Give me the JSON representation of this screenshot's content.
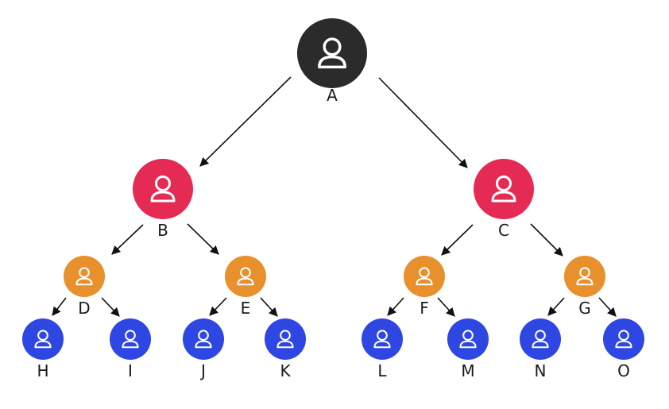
{
  "colors": {
    "root": "#2b2b2b",
    "level1": "#e52a53",
    "level2": "#e8902b",
    "level3": "#2e47e3",
    "edge": "#111111",
    "icon": "#ffffff"
  },
  "icon_name": "user-icon",
  "nodes": [
    {
      "id": "A",
      "label": "A",
      "level": "root"
    },
    {
      "id": "B",
      "label": "B",
      "level": "level1"
    },
    {
      "id": "C",
      "label": "C",
      "level": "level1"
    },
    {
      "id": "D",
      "label": "D",
      "level": "level2"
    },
    {
      "id": "E",
      "label": "E",
      "level": "level2"
    },
    {
      "id": "F",
      "label": "F",
      "level": "level2"
    },
    {
      "id": "G",
      "label": "G",
      "level": "level2"
    },
    {
      "id": "H",
      "label": "H",
      "level": "level3"
    },
    {
      "id": "I",
      "label": "I",
      "level": "level3"
    },
    {
      "id": "J",
      "label": "J",
      "level": "level3"
    },
    {
      "id": "K",
      "label": "K",
      "level": "level3"
    },
    {
      "id": "L",
      "label": "L",
      "level": "level3"
    },
    {
      "id": "M",
      "label": "M",
      "level": "level3"
    },
    {
      "id": "N",
      "label": "N",
      "level": "level3"
    },
    {
      "id": "O",
      "label": "O",
      "level": "level3"
    }
  ],
  "edges": [
    {
      "from": "A",
      "to": "B"
    },
    {
      "from": "A",
      "to": "C"
    },
    {
      "from": "B",
      "to": "D"
    },
    {
      "from": "B",
      "to": "E"
    },
    {
      "from": "C",
      "to": "F"
    },
    {
      "from": "C",
      "to": "G"
    },
    {
      "from": "D",
      "to": "H"
    },
    {
      "from": "D",
      "to": "I"
    },
    {
      "from": "E",
      "to": "J"
    },
    {
      "from": "E",
      "to": "K"
    },
    {
      "from": "F",
      "to": "L"
    },
    {
      "from": "F",
      "to": "M"
    },
    {
      "from": "G",
      "to": "N"
    },
    {
      "from": "G",
      "to": "O"
    }
  ]
}
